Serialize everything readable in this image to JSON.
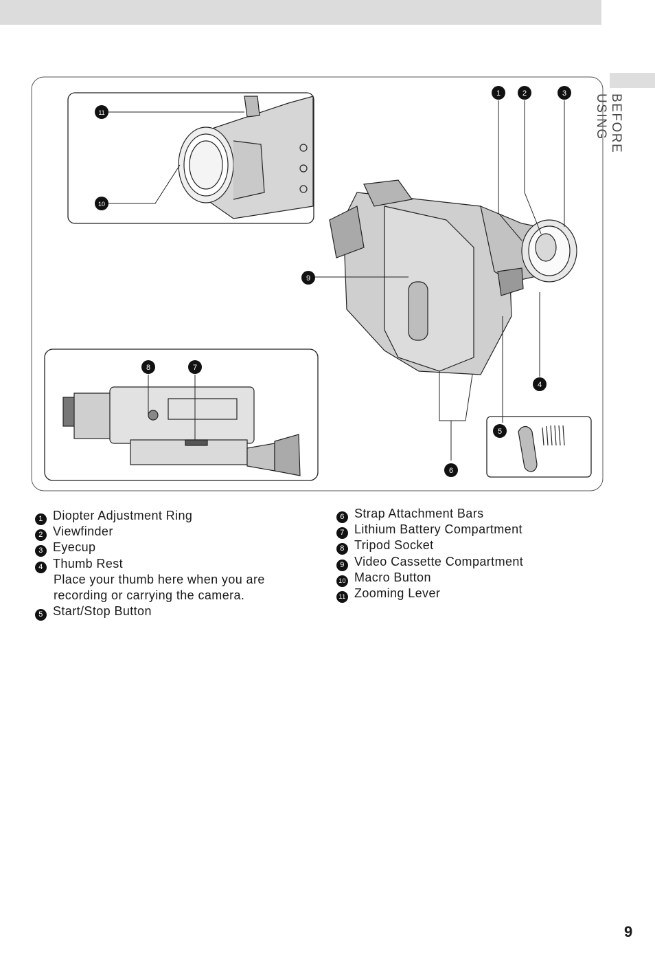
{
  "side_tab": "BEFORE USING",
  "page_number": "9",
  "callouts": {
    "diopter": "1",
    "viewfinder": "2",
    "eyecup": "3",
    "thumb_rest": "4",
    "start_stop": "5",
    "strap": "6",
    "battery": "7",
    "tripod": "8",
    "cassette": "9",
    "macro": "10",
    "zoom": "11"
  },
  "legend_left": [
    {
      "num": "1",
      "label": "Diopter  Adjustment  Ring"
    },
    {
      "num": "2",
      "label": "Viewfinder"
    },
    {
      "num": "3",
      "label": "Eyecup"
    },
    {
      "num": "4",
      "label": "Thumb  Rest"
    },
    {
      "num": "5",
      "label": "Start/Stop  Button"
    }
  ],
  "thumb_rest_note": [
    "Place  your  thumb  here  when  you  are",
    "recording  or  carrying  the  camera."
  ],
  "legend_right": [
    {
      "num": "6",
      "label": "Strap  Attachment  Bars"
    },
    {
      "num": "7",
      "label": "Lithium  Battery  Compartment"
    },
    {
      "num": "8",
      "label": "Tripod  Socket"
    },
    {
      "num": "9",
      "label": "Video  Cassette  Compartment"
    },
    {
      "num": "10",
      "label": "Macro  Button"
    },
    {
      "num": "11",
      "label": "Zooming  Lever"
    }
  ]
}
